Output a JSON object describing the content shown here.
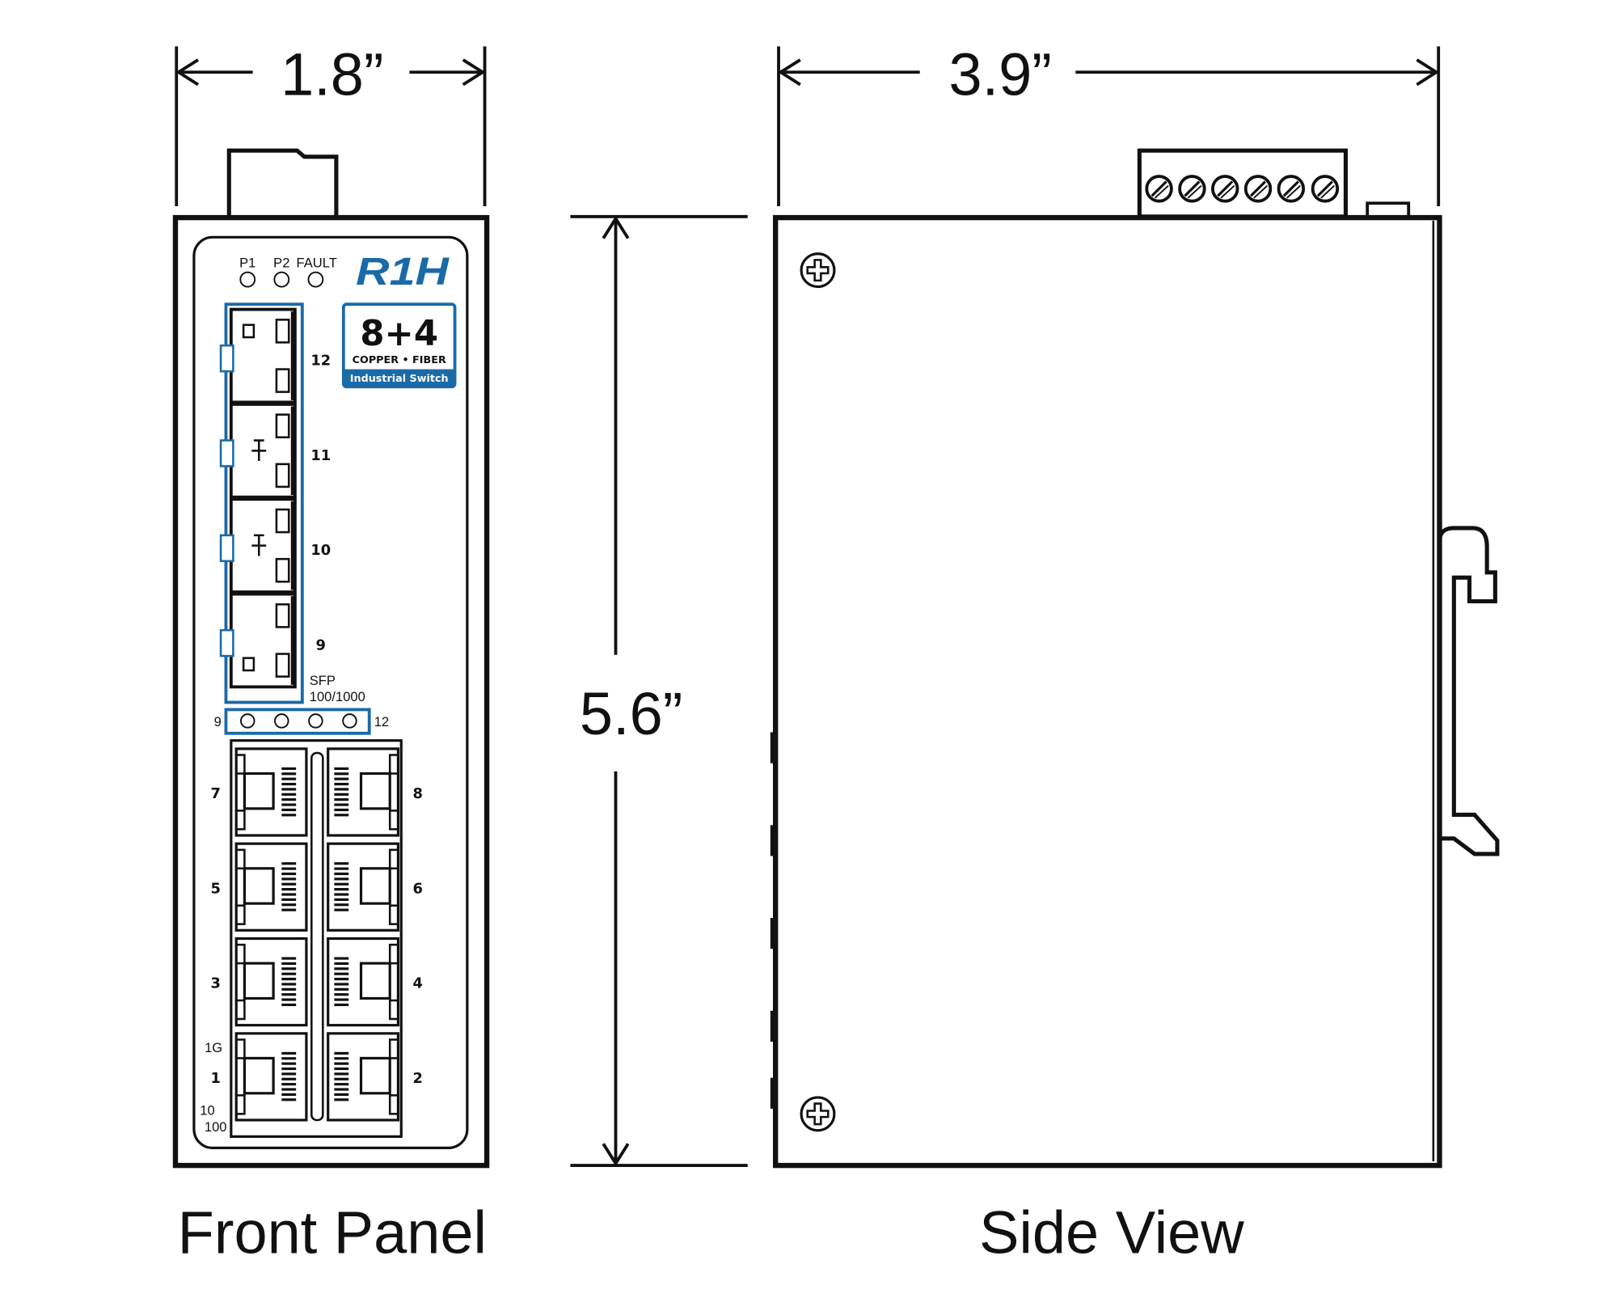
{
  "dimensions": {
    "width_front": "1.8”",
    "width_side": "3.9”",
    "height": "5.6”"
  },
  "captions": {
    "front": "Front Panel",
    "side": "Side View"
  },
  "front_panel": {
    "led_labels": [
      "P1",
      "P2",
      "FAULT"
    ],
    "logo": "R1H",
    "badge": {
      "count": "8+4",
      "type": "COPPER • FIBER",
      "subtitle": "Industrial Switch"
    },
    "sfp_ports": [
      "12",
      "11",
      "10",
      "9"
    ],
    "sfp_label": "SFP",
    "sfp_speed": "100/1000",
    "sfp_led_start": "9",
    "sfp_led_end": "12",
    "rj45_left": [
      "7",
      "5",
      "3",
      "1"
    ],
    "rj45_right": [
      "8",
      "6",
      "4",
      "2"
    ],
    "speed_labels": {
      "g": "1G",
      "ten": "10",
      "hundred": "100"
    }
  },
  "colors": {
    "accent": "#1a6aa8",
    "line": "#111111"
  }
}
